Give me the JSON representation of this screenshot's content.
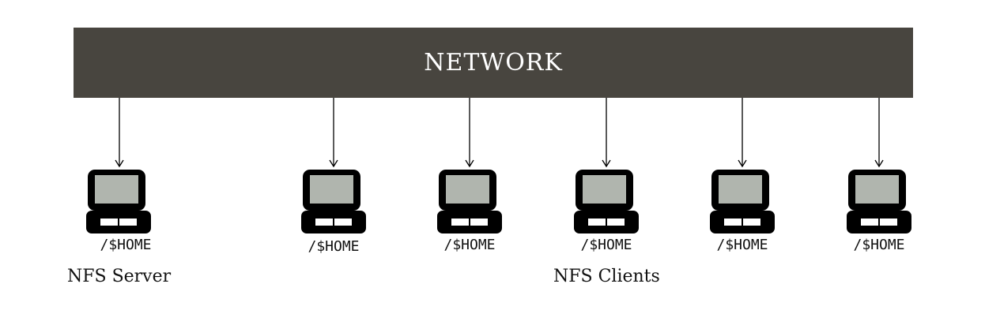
{
  "network": {
    "label": "NETWORK"
  },
  "computers": [
    {
      "path": "/$HOME"
    },
    {
      "path": "/$HOME"
    },
    {
      "path": "/$HOME"
    },
    {
      "path": "/$HOME"
    },
    {
      "path": "/$HOME"
    },
    {
      "path": "/$HOME"
    }
  ],
  "roles": {
    "server": "NFS Server",
    "clients": "NFS Clients"
  },
  "colors": {
    "network_bar": "#48453f",
    "screen": "#b0b5ae",
    "computer_body": "#000000"
  }
}
